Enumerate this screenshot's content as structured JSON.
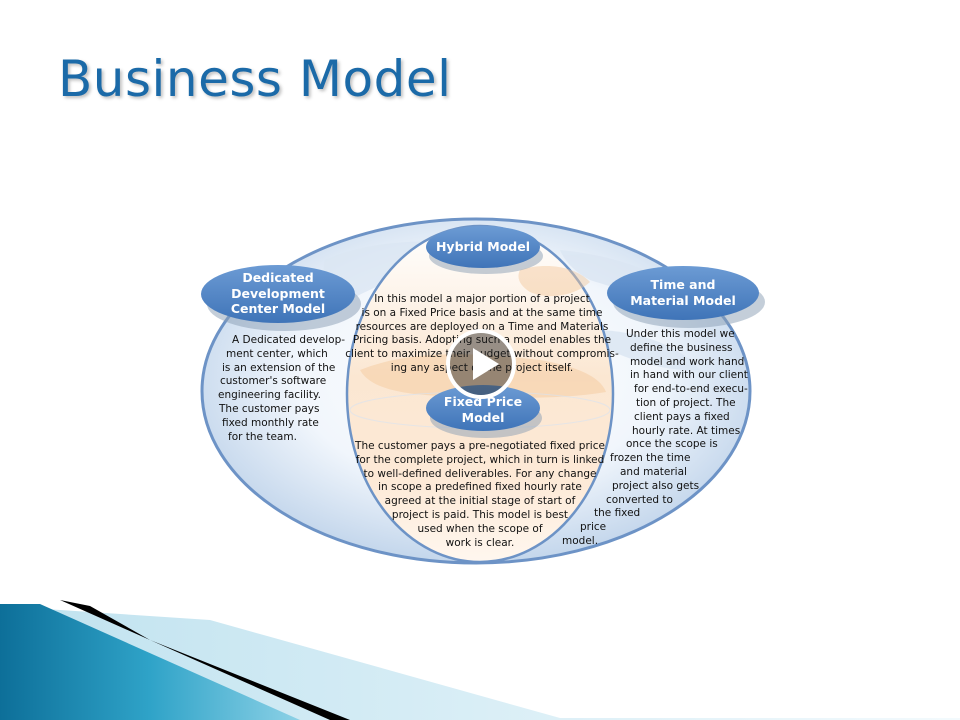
{
  "slide": {
    "title": "Business Model"
  },
  "models": {
    "hybrid": {
      "label": [
        "Hybrid Model"
      ],
      "description": [
        "In this model a major portion of a project",
        "is on a Fixed Price basis and at the same time",
        "resources are deployed on a Time and Materials",
        "Pricing basis. Adopting such a model enables the",
        "client to maximize their budget without compromis-",
        "ing any aspect of the project itself."
      ]
    },
    "dedicated": {
      "label": [
        "Dedicated",
        "Development",
        "Center Model"
      ],
      "description": [
        "A Dedicated develop-",
        "ment center, which",
        "is an extension of the",
        "customer's software",
        "engineering facility.",
        "The customer pays",
        "fixed monthly rate",
        "for the team."
      ]
    },
    "time_material": {
      "label": [
        "Time and",
        "Material Model"
      ],
      "description": [
        "Under this model we",
        "define the business",
        "model and work hand",
        "in hand with our client",
        "for end-to-end execu-",
        "tion of project. The",
        "client pays a fixed",
        "hourly rate. At times",
        "once the scope is",
        "frozen the time",
        "and material",
        "project also gets",
        "converted to",
        "the fixed",
        "price",
        "model."
      ]
    },
    "fixed_price": {
      "label": [
        "Fixed Price",
        "Model"
      ],
      "description": [
        "The customer pays a pre-negotiated fixed price",
        "for the complete project, which in turn is linked",
        "to well-defined deliverables. For any change",
        "in scope a predefined fixed hourly rate",
        "agreed at the initial stage of start of",
        "project is paid. This model is best",
        "used when the scope of",
        "work is clear."
      ]
    }
  },
  "colors": {
    "title": "#1b6aa8",
    "pill": "#4f86c6",
    "ring": "#6d93c6",
    "footer_teal": "#1f8fb3",
    "footer_black": "#000000"
  },
  "icons": {
    "play": "play-icon"
  }
}
